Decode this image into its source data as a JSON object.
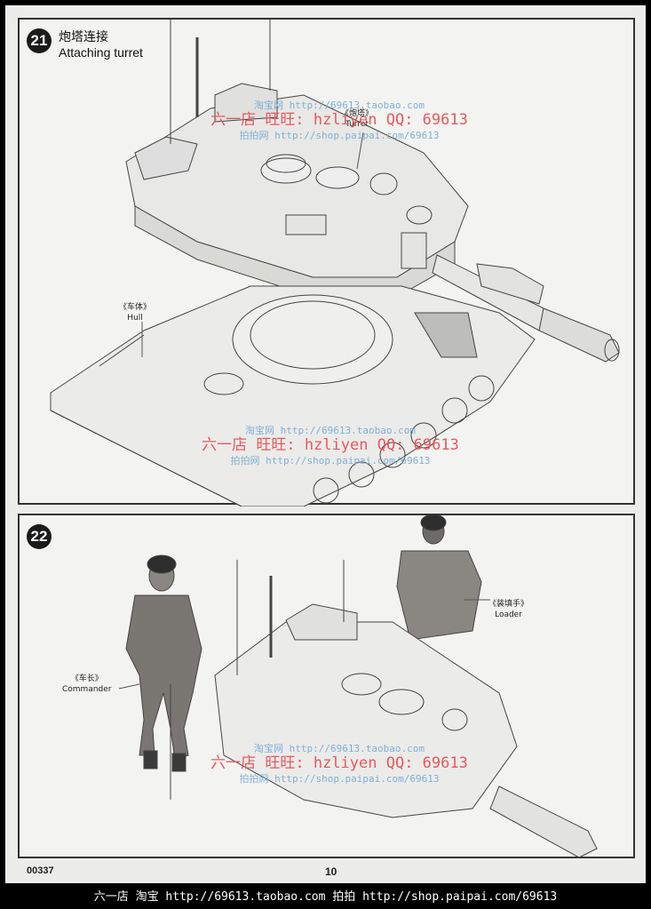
{
  "step21": {
    "number": "21",
    "title_cn": "炮塔连接",
    "title_en": "Attaching turret",
    "turret_label_cn": "《炮塔》",
    "turret_label_en": "Turret",
    "hull_label_cn": "《车体》",
    "hull_label_en": "Hull"
  },
  "step22": {
    "number": "22",
    "commander_label_cn": "《车长》",
    "commander_label_en": "Commander",
    "loader_label_cn": "《装填手》",
    "loader_label_en": "Loader"
  },
  "watermark": {
    "line1": "淘宝网 http://69613.taobao.com",
    "line2": "六一店 旺旺: hzliyen QQ: 69613",
    "line3": "拍拍网 http://shop.paipai.com/69613"
  },
  "footer": {
    "code": "00337",
    "page": "10"
  },
  "bottom_bar": "六一店 淘宝 http://69613.taobao.com 拍拍 http://shop.paipai.com/69613"
}
